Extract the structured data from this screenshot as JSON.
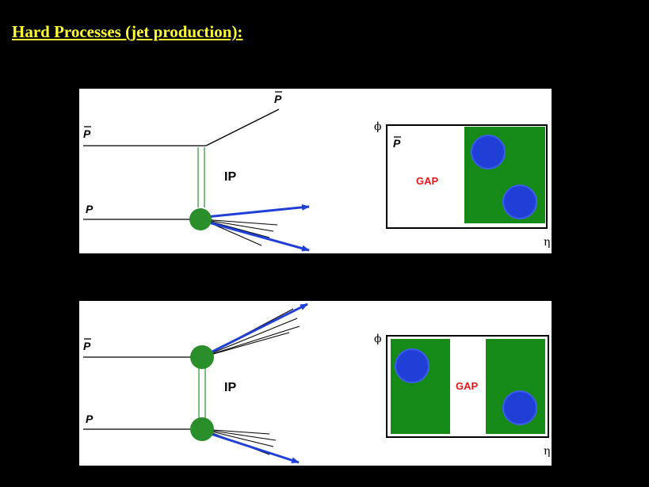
{
  "title": "Hard  Processes  (jet production):",
  "panels": [
    {
      "pbar_out_label": "P",
      "pbar_label": "P",
      "p_label": "P",
      "pomeron_label": "IP",
      "plot": {
        "phi_label": "ϕ",
        "eta_label": "η",
        "pbar_label": "P",
        "gap_label": "GAP"
      }
    },
    {
      "pbar_label": "P",
      "p_label": "P",
      "pomeron_label": "IP",
      "plot": {
        "phi_label": "ϕ",
        "eta_label": "η",
        "gap_label": "GAP"
      }
    }
  ],
  "colors": {
    "title": "#ffff33",
    "background": "#000000",
    "blob": "#2a8f2a",
    "jet": "#1f3fd6",
    "region": "#168a16",
    "gap_text": "#e8161b"
  }
}
